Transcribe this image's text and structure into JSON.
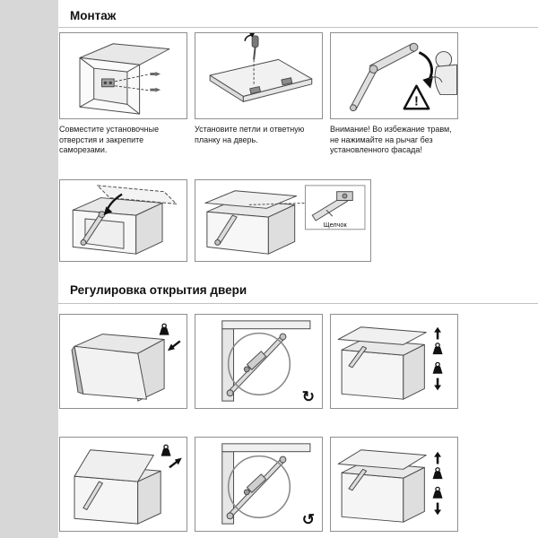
{
  "page": {
    "background": "#ffffff",
    "left_strip_color": "#d7d7d7",
    "divider_color": "#c2c2c2",
    "panel_border_color": "#8f8f8f",
    "line_color": "#4a4a4a",
    "icon_color": "#111111"
  },
  "sections": {
    "montage": {
      "title": "Монтаж",
      "steps": [
        {
          "caption": "Совместите установочные отверстия и закрепите саморезами."
        },
        {
          "caption": "Установите петли и ответную планку на дверь."
        },
        {
          "caption": "Внимание! Во избежание травм, не нажимайте на рычаг без установленного фасада!"
        }
      ],
      "warning_mark": "!",
      "attach_inset_label": "Щелчок"
    },
    "adjust": {
      "title": "Регулировка открытия двери",
      "icons": {
        "rotate_cw": "↻",
        "rotate_ccw": "↺"
      }
    }
  }
}
